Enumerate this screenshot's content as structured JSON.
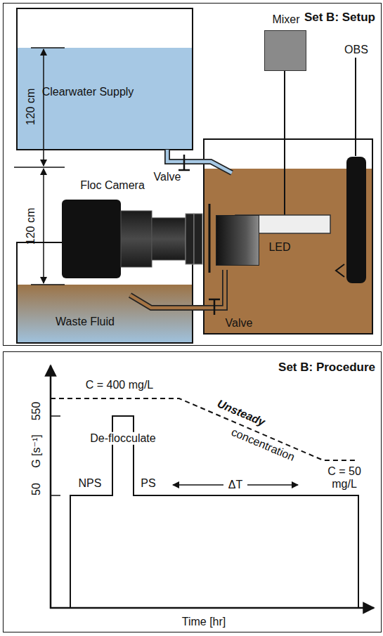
{
  "diagram": {
    "nodes": [
      {
        "text": [
          "Set B: Setup"
        ]
      },
      {
        "text": [
          "Clearwater Supply"
        ],
        "in": 0
      },
      {
        "text": [
          "Mixer"
        ],
        "in": 0
      },
      {
        "text": [
          "OBS"
        ],
        "in": 0
      },
      {
        "text": [
          "LED"
        ],
        "in": 0
      },
      {
        "text": [
          "Waste Fluid"
        ],
        "in": 0
      },
      {
        "text": [
          "Set B: Procedure"
        ]
      }
    ],
    "labels": [
      "120 cm",
      "120 cm",
      "Valve",
      "Valve",
      "Floc Camera",
      "C = 400 mg/L",
      "550",
      "50",
      "G [s⁻¹]",
      "De-flocculate",
      "Unsteady",
      "concentration",
      "NPS",
      "PS",
      "ΔT",
      "C = 50 mg/L",
      "Time [hr]"
    ]
  }
}
